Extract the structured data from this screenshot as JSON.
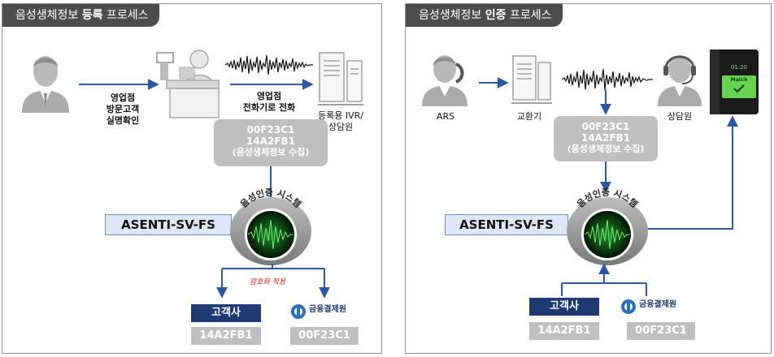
{
  "left": {
    "title_prefix": "음성생체정보 ",
    "title_bold": "등록",
    "title_suffix": " 프로세스",
    "customer_caption": [
      "영업점",
      "방문고객",
      "실명확인"
    ],
    "branch_call_caption": [
      "영업점",
      "전화기로 전화"
    ],
    "ivr_caption": [
      "등록용 IVR/",
      "상담원"
    ],
    "collect_box": [
      "00F23C1",
      "14A2FB1",
      "(음성생체정보 수집)"
    ],
    "system_ring_text": "음성인증 시스템",
    "system_name": "ASENTI-SV-FS",
    "encryption_label": "암호화 적용",
    "customer_company": "고객사",
    "customer_company_code": "14A2FB1",
    "fsc_name": "금융결제원",
    "fsc_code": "00F23C1"
  },
  "right": {
    "title_prefix": "음성생체정보 ",
    "title_bold": "인증",
    "title_suffix": " 프로세스",
    "ars_caption": "ARS",
    "exchange_caption": "교환기",
    "agent_caption": "상담원",
    "phone_time": "01:20",
    "phone_match": "Match",
    "collect_box": [
      "00F23C1",
      "14A2FB1",
      "(음성생체정보 수집)"
    ],
    "system_ring_text": "음성인증 시스템",
    "system_name": "ASENTI-SV-FS",
    "customer_company": "고객사",
    "customer_company_code": "14A2FB1",
    "fsc_name": "금융결제원",
    "fsc_code": "00F23C1"
  },
  "colors": {
    "arrow": "#2c57a3",
    "title_bg": "#4d4d4d",
    "grey_box": "#bfbfbf",
    "system_box": "#dde6f4",
    "navy": "#1f3a73",
    "radar": "#1e8a2a",
    "encryption_red": "#d9231f"
  },
  "icons": [
    "person-icon",
    "store-counter-icon",
    "server-icon",
    "ars-caller-icon",
    "exchange-server-icon",
    "voice-wave-icon",
    "agent-headset-icon",
    "phone-screen-icon",
    "radar-icon",
    "fsc-logo-icon"
  ]
}
